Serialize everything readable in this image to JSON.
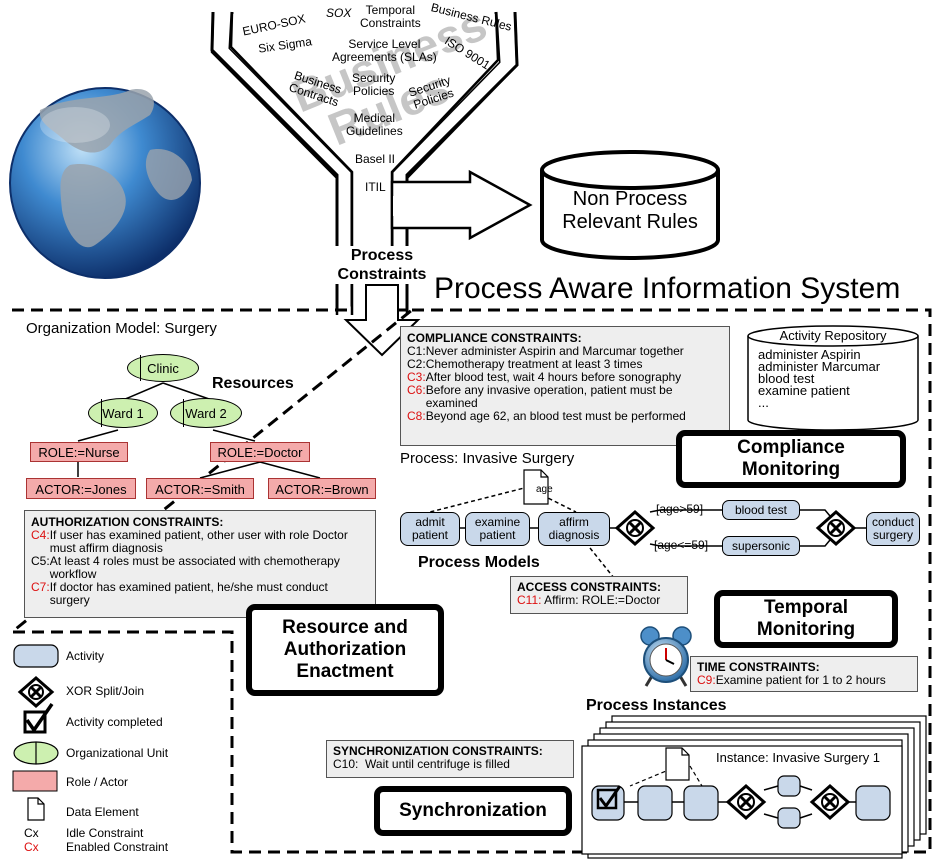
{
  "funnel": {
    "words": {
      "euro_sox": "EURO-SOX",
      "sox": "SOX",
      "temporal": "Temporal\nConstraints",
      "business_rules": "Business Rules",
      "iso": "ISO 9001",
      "six_sigma": "Six Sigma",
      "sla": "Service Level\nAgreements (SLAs)",
      "contracts": "Business\nContracts",
      "security1": "Security\nPolicies",
      "security2": "Security\nPolicies",
      "medical": "Medical\nGuidelines",
      "basel": "Basel II",
      "itil": "ITIL"
    },
    "watermark1": "Business",
    "watermark2": "Rules"
  },
  "non_process": "Non Process\nRelevant Rules",
  "process_constraints": "Process\nConstraints",
  "pais_title": "Process Aware Information System",
  "org": {
    "title": "Organization Model: Surgery",
    "resources": "Resources",
    "clinic": "Clinic",
    "ward1": "Ward 1",
    "ward2": "Ward 2",
    "nurse": "ROLE:=Nurse",
    "doctor": "ROLE:=Doctor",
    "jones": "ACTOR:=Jones",
    "smith": "ACTOR:=Smith",
    "brown": "ACTOR:=Brown"
  },
  "authorization": {
    "title": "AUTHORIZATION CONSTRAINTS:",
    "c4_id": "C4:",
    "c4": "If user has examined patient, other user with role Doctor must affirm diagnosis",
    "c5_id": "C5:",
    "c5": "At least 4 roles must be associated with chemotherapy workflow",
    "c7_id": "C7:",
    "c7": "If doctor has examined patient, he/she must conduct surgery"
  },
  "compliance": {
    "title": "COMPLIANCE CONSTRAINTS:",
    "c1_id": "C1:",
    "c1": "Never administer Aspirin and Marcumar together",
    "c2_id": "C2:",
    "c2": "Chemotherapy treatment at least 3 times",
    "c3_id": "C3:",
    "c3": "After blood test, wait 4 hours before sonography",
    "c6_id": "C6:",
    "c6": "Before any invasive operation, patient must be examined",
    "c8_id": "C8:",
    "c8": "Beyond age 62, an blood test must be performed"
  },
  "repository": {
    "title": "Activity Repository",
    "items": [
      "administer Aspirin",
      "administer Marcumar",
      "blood test",
      "examine patient",
      "..."
    ]
  },
  "compliance_monitoring": "Compliance\nMonitoring",
  "process": {
    "title": "Process: Invasive Surgery",
    "admit": "admit\npatient",
    "examine": "examine\npatient",
    "affirm": "affirm\ndiagnosis",
    "blood": "blood test",
    "supersonic": "supersonic",
    "surgery": "conduct\nsurgery",
    "age": "age",
    "cond1": "[age>59]",
    "cond2": "[age<=59]",
    "models_label": "Process Models"
  },
  "access": {
    "title": "ACCESS CONSTRAINTS:",
    "c11_id": "C11:",
    "c11": " Affirm: ROLE:=Doctor"
  },
  "resource_enactment": "Resource and\nAuthorization\nEnactment",
  "temporal_monitoring": "Temporal\nMonitoring",
  "time": {
    "title": "TIME CONSTRAINTS:",
    "c9_id": "C9:",
    "c9": "Examine patient for 1 to 2 hours"
  },
  "instances": {
    "title": "Process Instances",
    "instance_label": "Instance: Invasive Surgery 1"
  },
  "sync": {
    "title": "SYNCHRONIZATION CONSTRAINTS:",
    "c10": "C10:  Wait until centrifuge is filled",
    "label": "Synchronization"
  },
  "legend": {
    "activity": "Activity",
    "xor": "XOR Split/Join",
    "completed": "Activity completed",
    "org_unit": "Organizational Unit",
    "role_actor": "Role / Actor",
    "data": "Data Element",
    "idle_sym": "Cx",
    "idle": "Idle Constraint",
    "enabled_sym": "Cx",
    "enabled": "Enabled Constraint"
  },
  "colors": {
    "activity_fill": "#c9d8ea",
    "org_fill": "#cdf0b0",
    "role_fill": "#f4aaaa",
    "constraint_bg": "#eeeeee",
    "enabled_red": "#dd1111"
  }
}
